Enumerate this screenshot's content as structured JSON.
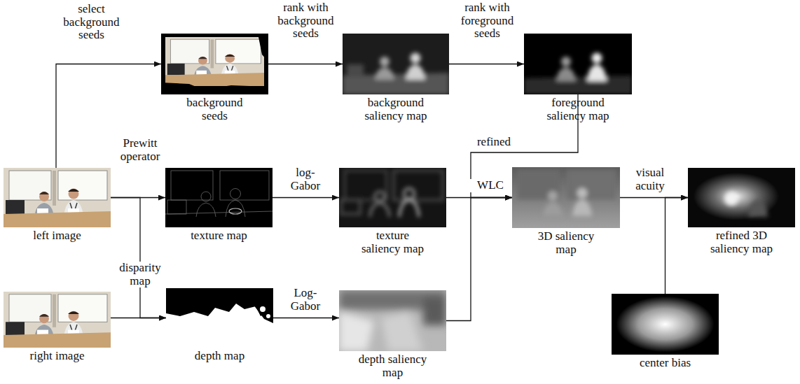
{
  "diagram": {
    "nodes": [
      {
        "text": [
          "background seeds"
        ]
      },
      {
        "text": [
          "background saliency map"
        ]
      },
      {
        "text": [
          "foreground saliency map"
        ]
      },
      {
        "text": [
          "left image"
        ]
      },
      {
        "text": [
          "texture map"
        ]
      },
      {
        "text": [
          "texture saliency map"
        ]
      },
      {
        "text": [
          "3D saliency map"
        ]
      },
      {
        "text": [
          "refined 3D saliency map"
        ]
      },
      {
        "text": [
          "right image"
        ]
      },
      {
        "text": [
          "depth map"
        ]
      },
      {
        "text": [
          "depth saliency map"
        ]
      },
      {
        "text": [
          "center bias"
        ]
      }
    ],
    "edges": [
      {
        "from": 3,
        "to": 0,
        "arrow": "to",
        "label": "select background seeds"
      },
      {
        "from": 0,
        "to": 1,
        "arrow": "to",
        "label": "rank with background seeds"
      },
      {
        "from": 1,
        "to": 2,
        "arrow": "to",
        "label": "rank with foreground seeds"
      },
      {
        "from": 2,
        "to": 6,
        "arrow": "to",
        "label": "refined"
      },
      {
        "from": 3,
        "to": 4,
        "arrow": "to",
        "label": "Prewitt operator"
      },
      {
        "from": 4,
        "to": 5,
        "arrow": "to",
        "label": "log-Gabor"
      },
      {
        "from": 5,
        "to": 6,
        "arrow": "to",
        "label": "WLC"
      },
      {
        "from": 3,
        "to": 9,
        "arrow": "to",
        "label": "disparity map"
      },
      {
        "from": 8,
        "to": 9,
        "arrow": "to"
      },
      {
        "from": 9,
        "to": 10,
        "arrow": "to",
        "label": "Log-Gabor"
      },
      {
        "from": 10,
        "to": 6,
        "arrow": "to"
      },
      {
        "from": 6,
        "to": 7,
        "arrow": "to",
        "label": "visual acuity"
      },
      {
        "from": 11,
        "to": 7,
        "arrow": "to"
      }
    ]
  }
}
